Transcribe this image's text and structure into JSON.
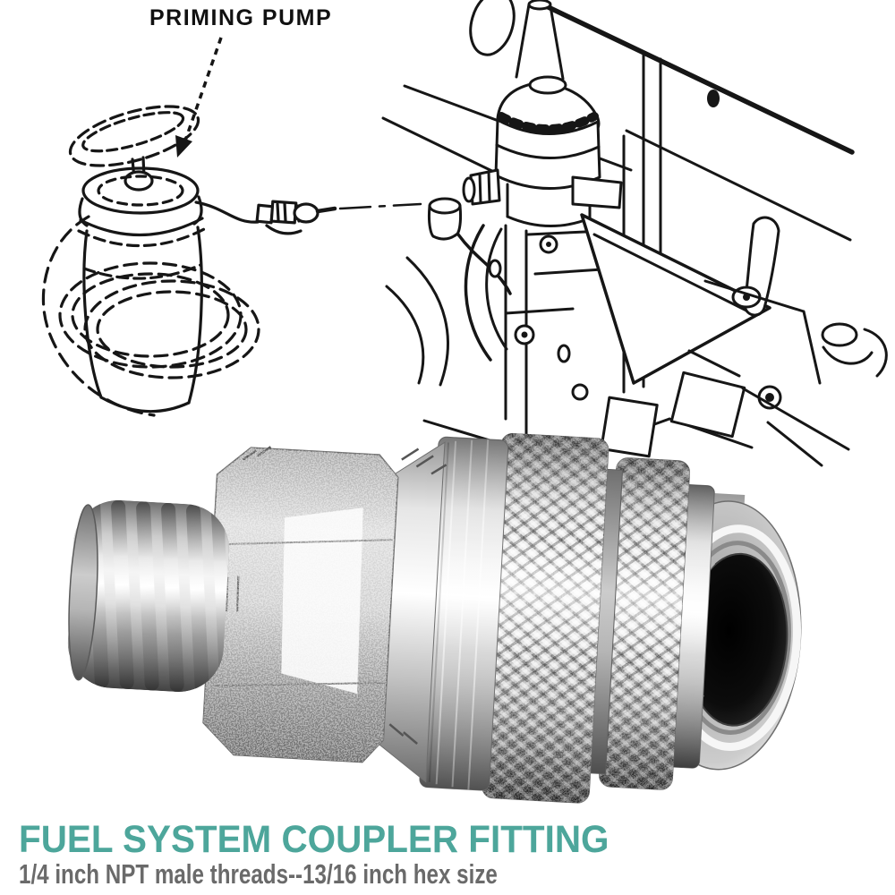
{
  "background_color": "#ffffff",
  "diagram": {
    "label": "PRIMING PUMP",
    "label_color": "#111111",
    "line_color": "#161616",
    "elements": [
      "priming-pump-bottle",
      "pump-handle",
      "coiled-hose",
      "supply-hose",
      "hose-connector",
      "leader-line",
      "label-arrow",
      "engine-line-art",
      "fuel-filter-canister",
      "frame-rail",
      "mount-bracket"
    ]
  },
  "product": {
    "parts": [
      "npt-male-threads",
      "hex-nut",
      "transition-cone",
      "smooth-collar",
      "knurled-sleeve",
      "knurled-lock-ring",
      "outlet-step",
      "outlet-face",
      "bore-opening"
    ],
    "finish_colors": {
      "metal_light": "#f5f5f5",
      "metal_mid": "#bdbdbd",
      "metal_dark": "#5f5f5f",
      "bore": "#0a0a0a"
    }
  },
  "caption": {
    "title": "FUEL SYSTEM COUPLER FITTING",
    "title_color": "#4DA69B",
    "subtitle": "1/4 inch NPT male threads--13/16 inch hex size",
    "subtitle_color": "#6A6A6A"
  }
}
